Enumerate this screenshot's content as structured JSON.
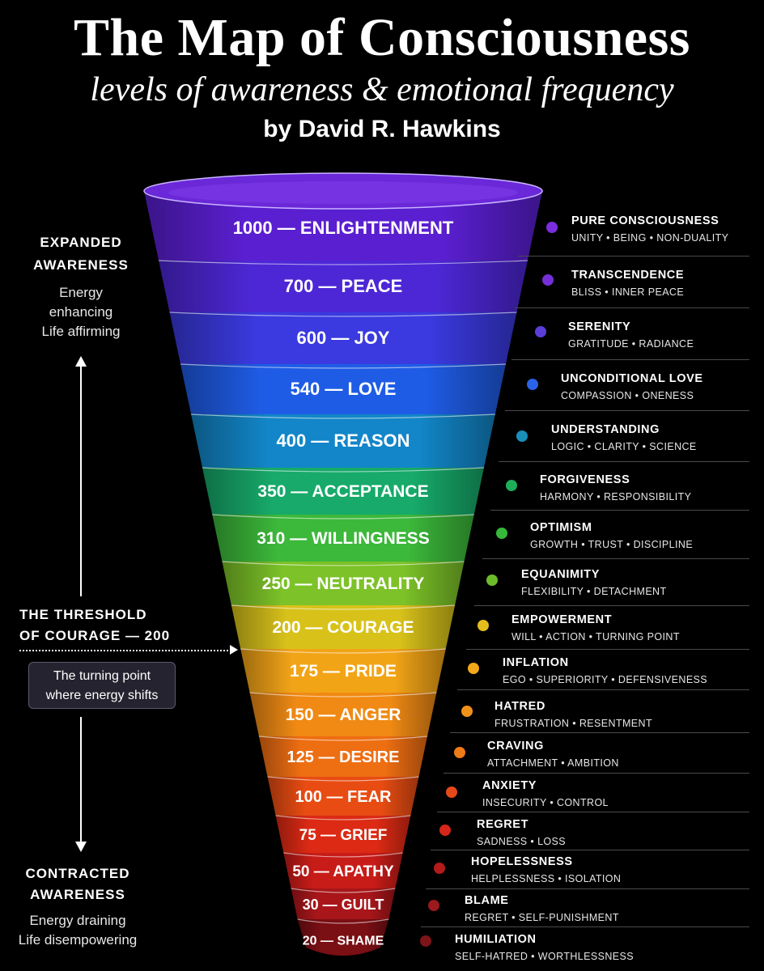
{
  "header": {
    "title": "The Map of Consciousness",
    "subtitle": "levels of awareness & emotional frequency",
    "byline": "by David R. Hawkins"
  },
  "left_panel": {
    "expanded_title_1": "EXPANDED",
    "expanded_title_2": "AWARENESS",
    "expanded_line_1": "Energy",
    "expanded_line_2": "enhancing",
    "expanded_line_3": "Life affirming",
    "threshold_title_1": "THE THRESHOLD",
    "threshold_title_2": "OF COURAGE — 200",
    "turning_line_1": "The turning point",
    "turning_line_2": "where energy shifts",
    "contracted_title_1": "CONTRACTED",
    "contracted_title_2": "AWARENESS",
    "contracted_line_1": "Energy draining",
    "contracted_line_2": "Life disempowering"
  },
  "levels": [
    {
      "label": "1000 — ENLIGHTENMENT",
      "value": 1000,
      "color": "#5a1fd0",
      "dot": "#7b2ee0",
      "title": "PURE CONSCIOUSNESS",
      "detail": "UNITY • BEING • NON-DUALITY"
    },
    {
      "label": "700 — PEACE",
      "value": 700,
      "color": "#4d27d6",
      "dot": "#7430d6",
      "title": "TRANSCENDENCE",
      "detail": "BLISS • INNER PEACE"
    },
    {
      "label": "600 — JOY",
      "value": 600,
      "color": "#3a3ae0",
      "dot": "#5a3ed8",
      "title": "SERENITY",
      "detail": "GRATITUDE • RADIANCE"
    },
    {
      "label": "540 — LOVE",
      "value": 540,
      "color": "#1f5ce6",
      "dot": "#2a63e8",
      "title": "UNCONDITIONAL LOVE",
      "detail": "COMPASSION • ONENESS"
    },
    {
      "label": "400 — REASON",
      "value": 400,
      "color": "#1286c8",
      "dot": "#1a8fb8",
      "title": "UNDERSTANDING",
      "detail": "LOGIC • CLARITY • SCIENCE"
    },
    {
      "label": "350 — ACCEPTANCE",
      "value": 350,
      "color": "#17aa6a",
      "dot": "#1eae5a",
      "title": "FORGIVENESS",
      "detail": "HARMONY • RESPONSIBILITY"
    },
    {
      "label": "310 — WILLINGNESS",
      "value": 310,
      "color": "#3cb83a",
      "dot": "#36b83a",
      "title": "OPTIMISM",
      "detail": "GROWTH • TRUST • DISCIPLINE"
    },
    {
      "label": "250 — NEUTRALITY",
      "value": 250,
      "color": "#7cc228",
      "dot": "#6cbc2a",
      "title": "EQUANIMITY",
      "detail": "FLEXIBILITY • DETACHMENT"
    },
    {
      "label": "200 — COURAGE",
      "value": 200,
      "color": "#d8c21a",
      "dot": "#e4bd1e",
      "title": "EMPOWERMENT",
      "detail": "WILL • ACTION • TURNING POINT"
    },
    {
      "label": "175 — PRIDE",
      "value": 175,
      "color": "#f2a417",
      "dot": "#f2a81a",
      "title": "INFLATION",
      "detail": "EGO • SUPERIORITY • DEFENSIVENESS"
    },
    {
      "label": "150 — ANGER",
      "value": 150,
      "color": "#f08a14",
      "dot": "#f2911a",
      "title": "HATRED",
      "detail": "FRUSTRATION • RESENTMENT"
    },
    {
      "label": "125 — DESIRE",
      "value": 125,
      "color": "#ee6e12",
      "dot": "#ef7a18",
      "title": "CRAVING",
      "detail": "ATTACHMENT • AMBITION"
    },
    {
      "label": "100 — FEAR",
      "value": 100,
      "color": "#e84c12",
      "dot": "#e4491a",
      "title": "ANXIETY",
      "detail": "INSECURITY • CONTROL"
    },
    {
      "label": "75 — GRIEF",
      "value": 75,
      "color": "#dc2a14",
      "dot": "#d6261a",
      "title": "REGRET",
      "detail": "SADNESS • LOSS"
    },
    {
      "label": "50 — APATHY",
      "value": 50,
      "color": "#c81c18",
      "dot": "#b31a1c",
      "title": "HOPELESSNESS",
      "detail": "HELPLESSNESS • ISOLATION"
    },
    {
      "label": "30 — GUILT",
      "value": 30,
      "color": "#a8161a",
      "dot": "#9a1a1e",
      "title": "BLAME",
      "detail": "REGRET • SELF-PUNISHMENT"
    },
    {
      "label": "20 — SHAME",
      "value": 20,
      "color": "#7a0f14",
      "dot": "#7d1418",
      "title": "HUMILIATION",
      "detail": "SELF-HATRED • WORTHLESSNESS"
    }
  ]
}
